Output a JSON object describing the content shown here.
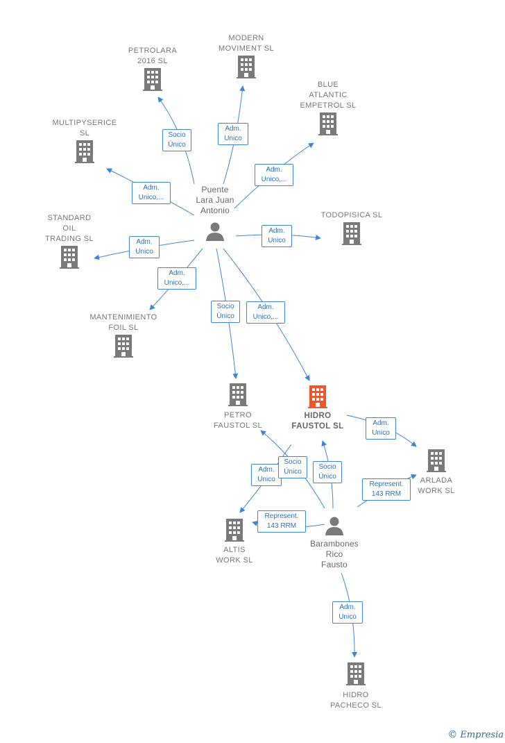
{
  "people": [
    {
      "id": "puente",
      "label": "Puente\nLara Juan\nAntonio"
    },
    {
      "id": "barambones",
      "label": "Barambones\nRico\nFausto"
    }
  ],
  "companies": [
    {
      "id": "modern",
      "label": "MODERN\nMOVIMENT  SL"
    },
    {
      "id": "petrolara",
      "label": "PETROLARA\n2016  SL"
    },
    {
      "id": "blue",
      "label": "BLUE\nATLANTIC\nEMPETROL  SL"
    },
    {
      "id": "multipy",
      "label": "MULTIPYSERICE\nSL"
    },
    {
      "id": "todopisica",
      "label": "TODOPISICA SL"
    },
    {
      "id": "standard",
      "label": "STANDARD\nOIL\nTRADING  SL"
    },
    {
      "id": "mantenimiento",
      "label": "MANTENIMIENTO\nFOIL  SL"
    },
    {
      "id": "petrofaustol",
      "label": "PETRO\nFAUSTOL  SL"
    },
    {
      "id": "hidrofaustol",
      "label": "HIDRO\nFAUSTOL  SL",
      "highlight": true
    },
    {
      "id": "arlada",
      "label": "ARLADA\nWORK  SL"
    },
    {
      "id": "altis",
      "label": "ALTIS\nWORK  SL"
    },
    {
      "id": "hidropacheco",
      "label": "HIDRO\nPACHECO  SL"
    }
  ],
  "relations": [
    {
      "id": "r1",
      "label": "Socio\nÚnico"
    },
    {
      "id": "r2",
      "label": "Adm.\nUnico"
    },
    {
      "id": "r3",
      "label": "Adm.\nUnico,..."
    },
    {
      "id": "r4",
      "label": "Adm.\nUnico,..."
    },
    {
      "id": "r5",
      "label": "Adm.\nUnico"
    },
    {
      "id": "r6",
      "label": "Adm.\nUnico"
    },
    {
      "id": "r7",
      "label": "Adm.\nUnico,..."
    },
    {
      "id": "r8",
      "label": "Socio\nÚnico"
    },
    {
      "id": "r9",
      "label": "Adm.\nUnico,..."
    },
    {
      "id": "r10",
      "label": "Adm.\nUnico"
    },
    {
      "id": "r11",
      "label": "Represent.\n143 RRM"
    },
    {
      "id": "r12",
      "label": "Adm.\nUnico"
    },
    {
      "id": "r13",
      "label": "Socio\nÚnico"
    },
    {
      "id": "r14",
      "label": "Socio\nÚnico"
    },
    {
      "id": "r15",
      "label": "Represent.\n143 RRM"
    },
    {
      "id": "r16",
      "label": "Adm.\nUnico"
    }
  ],
  "colors": {
    "edge": "#3f84d6",
    "node": "#7a7a7a",
    "highlight": "#f0562b"
  },
  "brand": {
    "symbol": "©",
    "name": "Empresia"
  }
}
